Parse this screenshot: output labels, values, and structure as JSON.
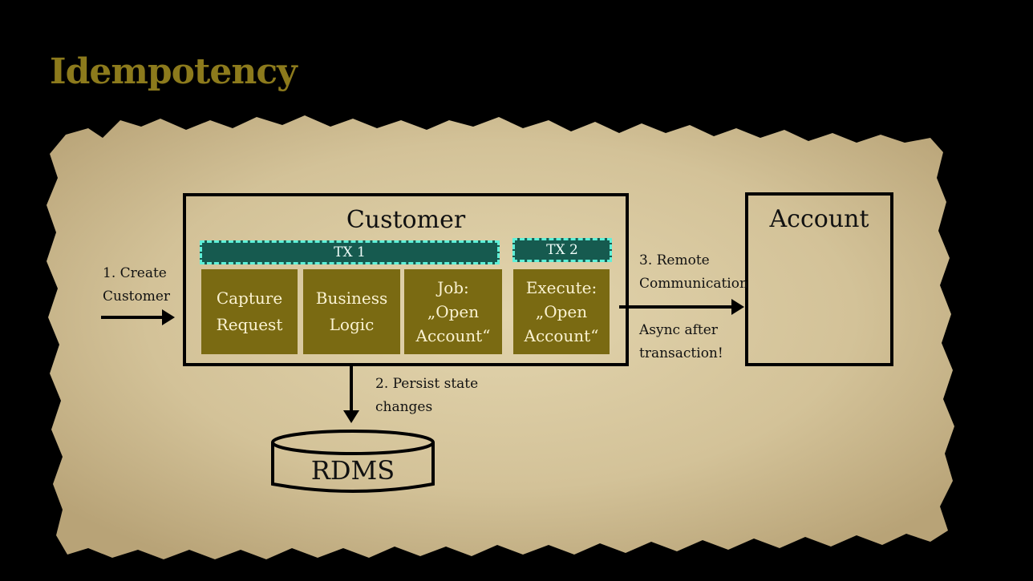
{
  "slide": {
    "title": "Idempotency"
  },
  "diagram": {
    "customer": {
      "title": "Customer"
    },
    "account": {
      "title": "Account"
    },
    "tx1": {
      "label": "TX 1"
    },
    "tx2": {
      "label": "TX 2"
    },
    "steps": [
      {
        "label": "Capture\nRequest"
      },
      {
        "label": "Business\nLogic"
      },
      {
        "label": "Job:\n„Open\nAccount“"
      },
      {
        "label": "Execute:\n„Open\nAccount“"
      }
    ],
    "arrows": {
      "create": "1. Create\nCustomer",
      "persist": "2. Persist state\nchanges",
      "remote": "3. Remote\nCommunication",
      "async": "Async after\ntransaction!"
    },
    "database": {
      "label": "RDMS"
    }
  },
  "colors": {
    "background": "#000000",
    "title": "#8c7a1c",
    "parchment": "#d9c9a0",
    "step_fill": "#7a6a12",
    "tx_fill": "#165a4f",
    "tx_border": "#5ff0d8"
  }
}
